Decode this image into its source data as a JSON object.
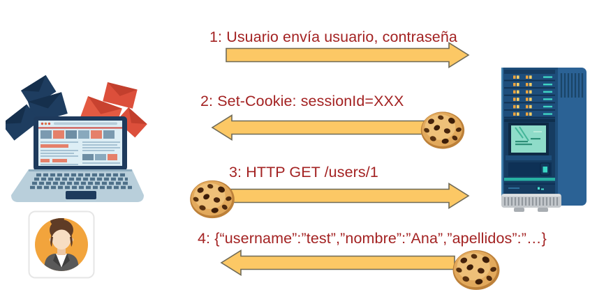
{
  "diagram": {
    "kind": "sequence-flow",
    "language": "es",
    "colors": {
      "message_text": "#a32222",
      "arrow_fill": "#fcc865",
      "arrow_stroke": "#6f6a57",
      "background": "#ffffff"
    },
    "messages": [
      {
        "id": 1,
        "label": "1: Usuario envía usuario, contraseña",
        "direction": "right",
        "cookie": "none"
      },
      {
        "id": 2,
        "label": "2: Set-Cookie: sessionId=XXX",
        "direction": "left",
        "cookie": "right-end"
      },
      {
        "id": 3,
        "label": "3: HTTP GET /users/1",
        "direction": "right",
        "cookie": "left-end"
      },
      {
        "id": 4,
        "label": "4: {“username”:”test”,”nombre”:”Ana”,”apellidos”:”…}",
        "direction": "left",
        "cookie": "right-end"
      }
    ],
    "actors": {
      "client": {
        "icon": "laptop-emails-icon"
      },
      "user": {
        "icon": "woman-avatar-icon"
      },
      "server": {
        "icon": "server-tower-icon"
      }
    },
    "icons": [
      "cookie-icon",
      "arrow-right-icon",
      "arrow-left-icon",
      "laptop-emails-icon",
      "woman-avatar-icon",
      "server-tower-icon"
    ]
  }
}
